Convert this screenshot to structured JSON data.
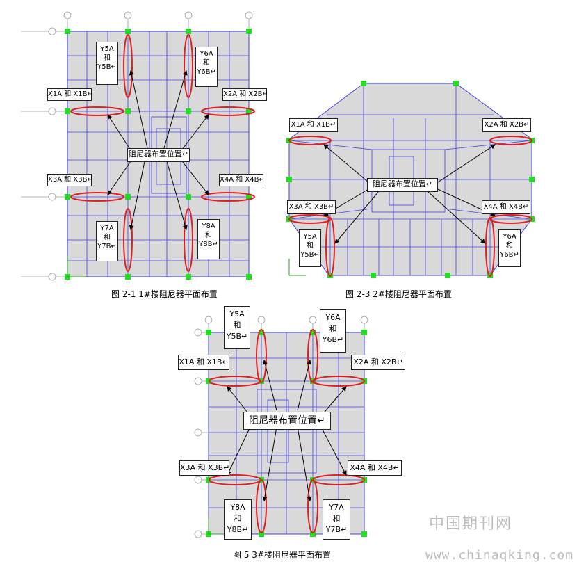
{
  "plan1": {
    "caption": "图 2-1 1#楼阻尼器平面布置",
    "center_label": "阻尼器布置位置↵",
    "labels": {
      "y5": [
        "Y5A",
        "和",
        "Y5B↵"
      ],
      "y6": [
        "Y6A",
        "和",
        "Y6B↵"
      ],
      "y7": [
        "Y7A",
        "和",
        "Y7B↵"
      ],
      "y8": [
        "Y8A",
        "和",
        "Y8B↵"
      ],
      "x1": "X1A 和 X1B↵",
      "x2": "X2A 和 X2B↵",
      "x3": "X3A 和 X3B↵",
      "x4": "X4A 和 X4B↵"
    }
  },
  "plan2": {
    "caption": "图 2-3    2#楼阻尼器平面布置",
    "center_label": "阻尼器布置位置↵",
    "labels": {
      "x1": "X1A 和 X1B↵",
      "x2": "X2A 和 X2B↵",
      "x3": "X3A 和 X3B↵",
      "x4": "X4A 和 X4B↵",
      "y5": [
        "Y5A",
        "和",
        "Y5B↵"
      ],
      "y6": [
        "Y6A",
        "和",
        "Y6B↵"
      ]
    }
  },
  "plan3": {
    "caption": "图 5    3#楼阻尼器平面布置",
    "center_label": "阻尼器布置位置↵",
    "labels": {
      "y5": [
        "Y5A",
        "和",
        "Y5B↵"
      ],
      "y6": [
        "Y6A",
        "和",
        "Y6B↵"
      ],
      "y7": [
        "Y7A",
        "和",
        "Y7B↵"
      ],
      "y8": [
        "Y8A",
        "和",
        "Y8B↵"
      ],
      "x1": "X1A 和 X1B↵",
      "x2": "X2A 和 X2B↵",
      "x3": "X3A 和 X3B↵",
      "x4": "X4A 和 X4B↵"
    }
  },
  "watermark": {
    "cn": "中国期刊网",
    "url": "www.chinaqking.com"
  },
  "colors": {
    "floor": "#d9d9d9",
    "grid": "#4040e0",
    "damper": "#e02020",
    "column": "#22dd22"
  }
}
